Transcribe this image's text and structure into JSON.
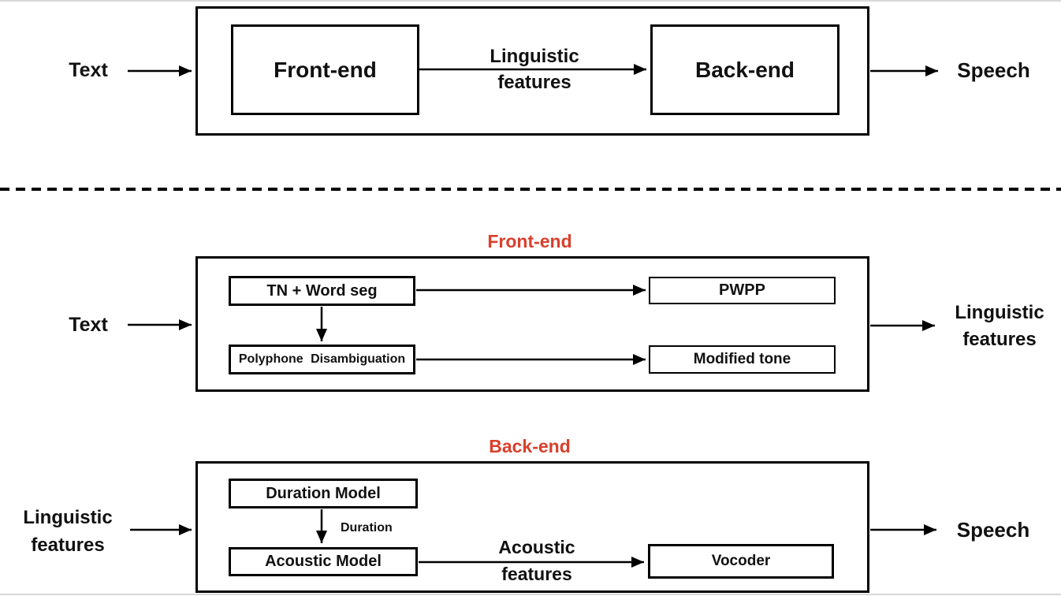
{
  "colors": {
    "accent_red": "#d8402c",
    "stroke": "#000000",
    "frame_edge": "#d8d8d8"
  },
  "overview": {
    "input": "Text",
    "output": "Speech",
    "frontend": "Front-end",
    "backend": "Back-end",
    "link_label": {
      "line1": "Linguistic",
      "line2": "features"
    }
  },
  "frontend_detail": {
    "title": "Front-end",
    "input": "Text",
    "output": {
      "line1": "Linguistic",
      "line2": "features"
    },
    "tn_wordseg": "TN + Word seg",
    "pwpp": "PWPP",
    "polyphone": "Polyphone Disambiguation",
    "modified_tone": "Modified tone"
  },
  "backend_detail": {
    "title": "Back-end",
    "input": {
      "line1": "Linguistic",
      "line2": "features"
    },
    "output": "Speech",
    "duration_model": "Duration Model",
    "acoustic_model": "Acoustic Model",
    "vocoder": "Vocoder",
    "duration_label": "Duration",
    "acoustic_label": {
      "line1": "Acoustic",
      "line2": "features"
    }
  }
}
